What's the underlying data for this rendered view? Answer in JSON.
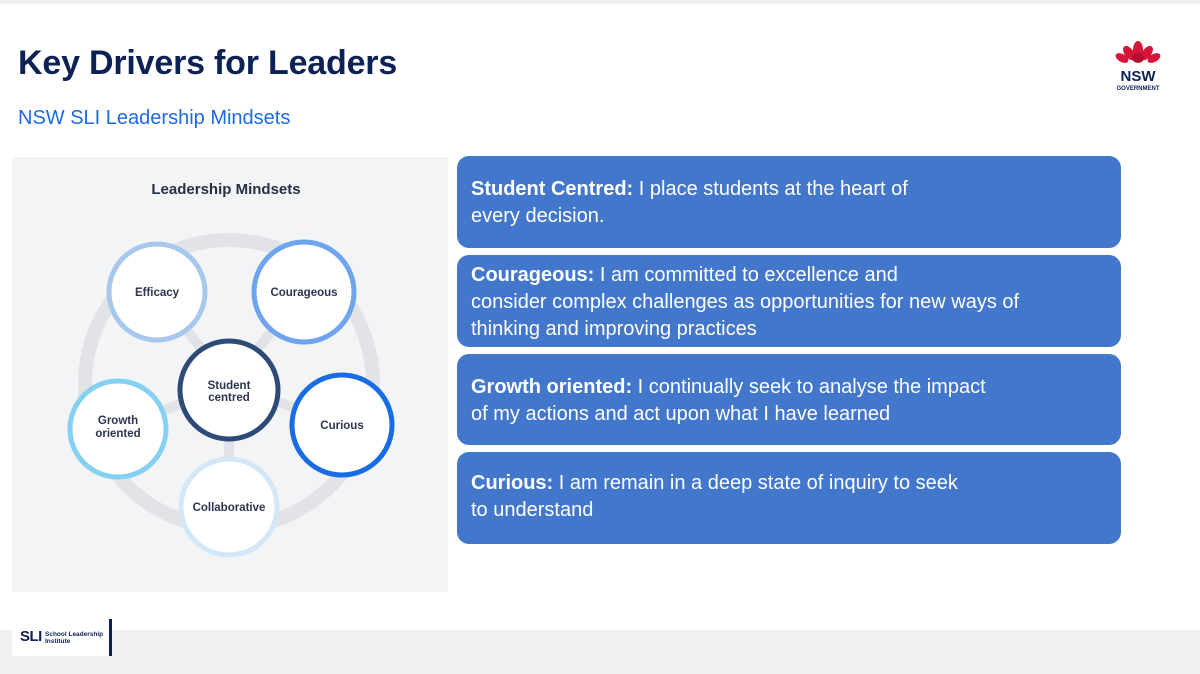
{
  "slide": {
    "title": "Key Drivers for Leaders",
    "subtitle": "NSW SLI Leadership Mindsets"
  },
  "brand": {
    "logo_icon": "nsw-government-waratah-logo",
    "logo_text": "NSW",
    "logo_subtext": "GOVERNMENT",
    "accent_color": "#0d2254",
    "subtitle_color": "#1d6ae5"
  },
  "diagram": {
    "title": "Leadership Mindsets",
    "center": {
      "label_line1": "Student",
      "label_line2": "centred",
      "color": "#2e4a78"
    },
    "nodes": [
      {
        "id": "efficacy",
        "label_line1": "Efficacy",
        "label_line2": "",
        "color": "#a8c7ec"
      },
      {
        "id": "courageous",
        "label_line1": "Courageous",
        "label_line2": "",
        "color": "#6ea5ee"
      },
      {
        "id": "curious",
        "label_line1": "Curious",
        "label_line2": "",
        "color": "#1a6ce4"
      },
      {
        "id": "collaborative",
        "label_line1": "Collaborative",
        "label_line2": "",
        "color": "#d2e7f7"
      },
      {
        "id": "growth-oriented",
        "label_line1": "Growth",
        "label_line2": "oriented",
        "color": "#86d1f2"
      }
    ]
  },
  "cards": [
    {
      "term": "Student Centred:",
      "text": " I place students at the heart of",
      "text2": "every decision.",
      "text3": ""
    },
    {
      "term": "Courageous:",
      "text": " I am committed to excellence and",
      "text2": "consider complex challenges as opportunities for new ways of",
      "text3": "thinking and improving practices"
    },
    {
      "term": "Growth oriented:",
      "text": " I continually seek to analyse the impact",
      "text2": "of my actions and act upon what I have learned",
      "text3": ""
    },
    {
      "term": "Curious:",
      "text": " I am remain in a deep state of inquiry to seek",
      "text2": "to understand",
      "text3": ""
    }
  ],
  "card_color": "#4277cb",
  "footer": {
    "logo_mark": "SLI",
    "logo_line1": "School Leadership",
    "logo_line2": "Institute"
  }
}
